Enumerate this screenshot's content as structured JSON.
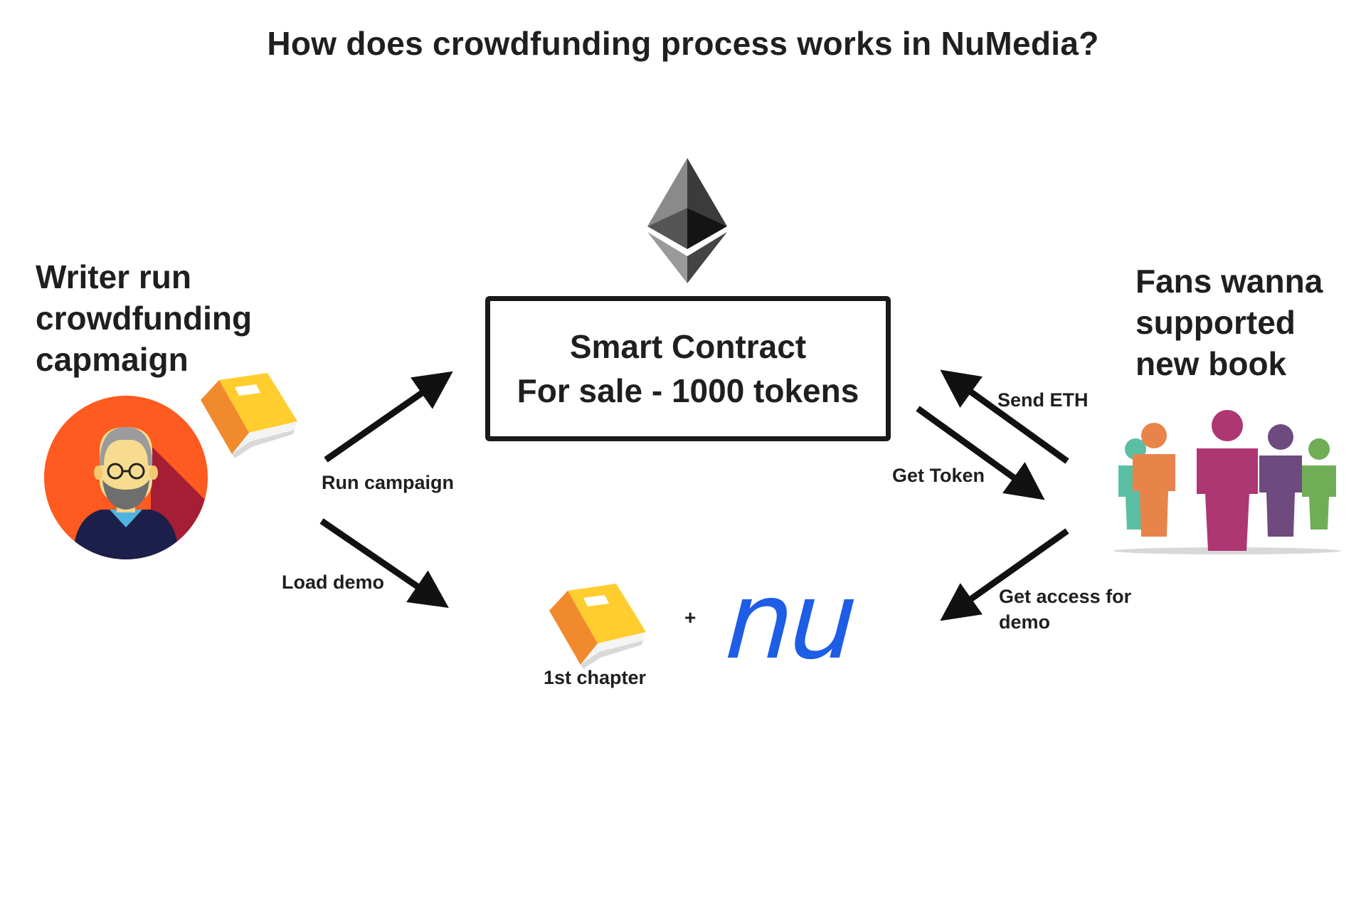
{
  "title": "How does crowdfunding process works in NuMedia?",
  "writer": {
    "heading": "Writer run\ncrowdfunding\ncapmaign"
  },
  "fans": {
    "heading": "Fans wanna\nsupported\nnew book"
  },
  "contract": {
    "line1": "Smart Contract",
    "line2": "For sale - 1000 tokens"
  },
  "flows": {
    "run_campaign": "Run campaign",
    "load_demo": "Load demo",
    "send_eth": "Send ETH",
    "get_token": "Get Token",
    "get_access": "Get access for\ndemo"
  },
  "demo": {
    "chapter_label": "1st chapter",
    "plus": "+",
    "nu_logo": "nu"
  },
  "icons": [
    "ethereum-icon",
    "writer-avatar-icon",
    "book-icon",
    "people-group-icon",
    "nucypher-logo-icon"
  ],
  "colors": {
    "avatar_bg": "#ff5a1f",
    "book_cover": "#ffcd2e",
    "book_spine": "#f08a2c",
    "nu_blue": "#1e5de6",
    "people": [
      "#5bbfa3",
      "#e8844a",
      "#ad3673",
      "#6e4a7f",
      "#6fae57"
    ]
  }
}
